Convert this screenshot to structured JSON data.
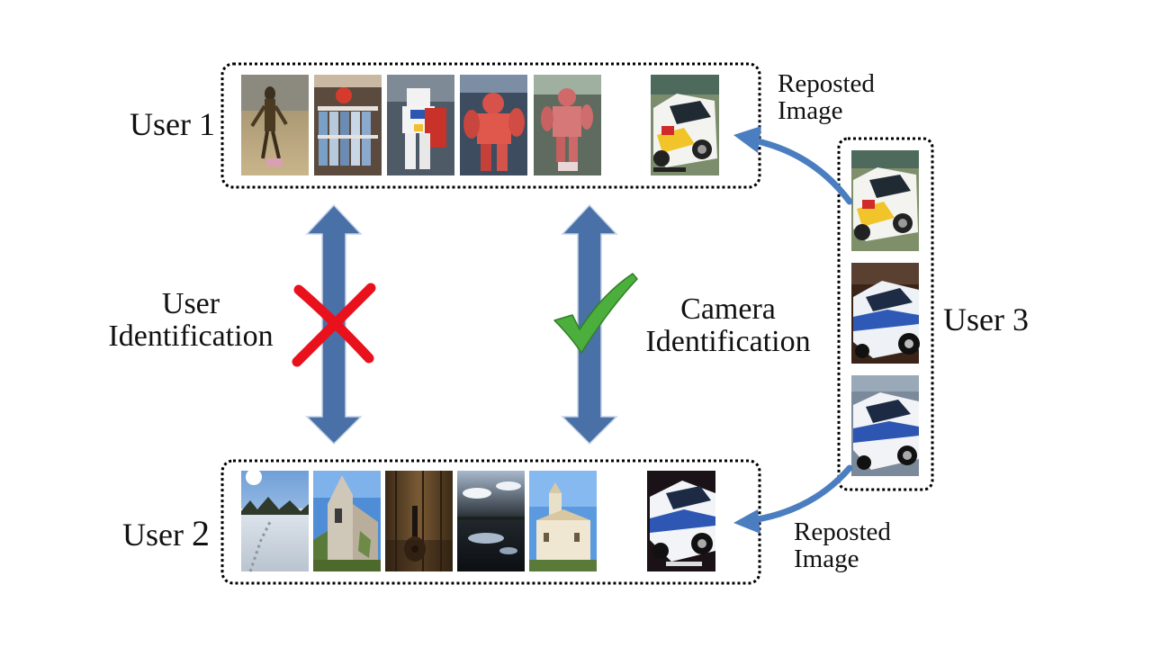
{
  "users": {
    "user1": {
      "label": "User 1",
      "photo_count": 5,
      "subject": "figurines"
    },
    "user2": {
      "label_prefix": "User ",
      "label_number": "2",
      "photo_count": 5,
      "subject": "landscapes"
    },
    "user3": {
      "label": "User 3",
      "photo_count": 3,
      "subject": "rally cars"
    }
  },
  "identification": {
    "user": {
      "line1": "User",
      "line2": "Identification",
      "result": "cross",
      "result_color": "#e8111c"
    },
    "camera": {
      "line1": "Camera",
      "line2": "Identification",
      "result": "check",
      "result_color": "#4cae3c"
    }
  },
  "reposted": {
    "top": {
      "line1": "Reposted",
      "line2": "Image"
    },
    "bottom": {
      "line1": "Reposted",
      "line2": "Image"
    }
  },
  "colors": {
    "arrow_fill": "#4a70a8",
    "curved_arrow": "#4a7ec0",
    "box_border": "#000000"
  }
}
